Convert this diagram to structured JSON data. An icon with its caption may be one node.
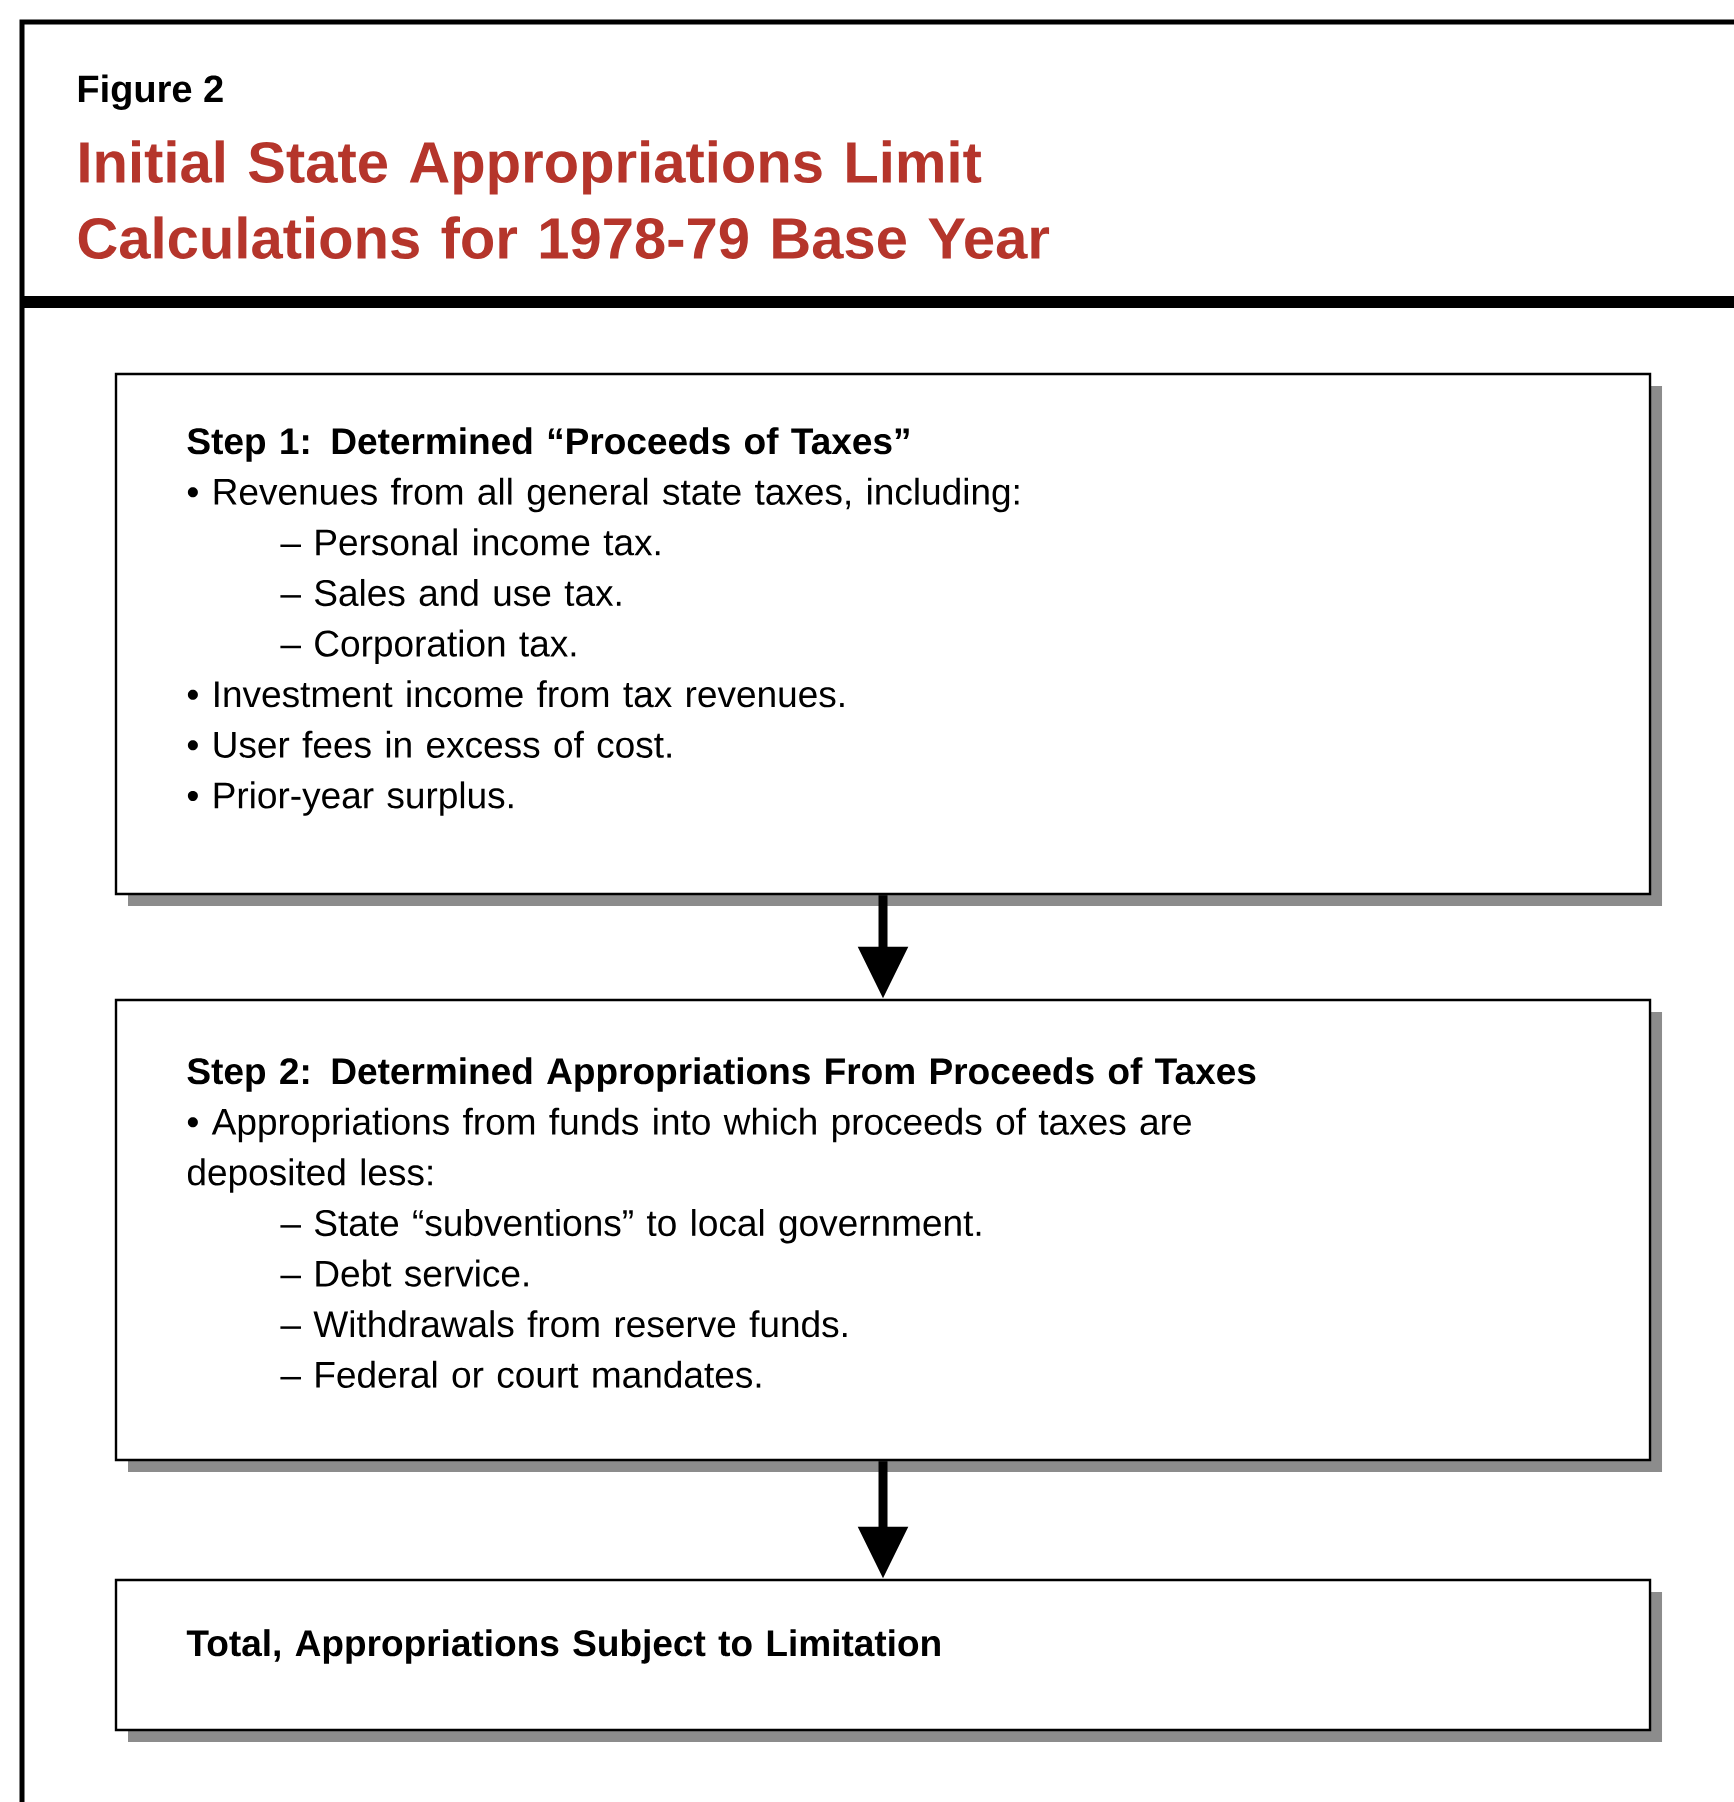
{
  "diagram": {
    "title": "Initial State Appropriations Limit Calculations for 1978-79 Base Year",
    "nodes": [
      {
        "text": [
          "Step 1: Determined “Proceeds of Taxes”",
          "• Revenues from all general state taxes, including:",
          "– Personal income tax.",
          "– Sales and use tax.",
          "– Corporation tax.",
          "• Investment income from tax revenues.",
          "• User fees in excess of cost.",
          "• Prior-year surplus."
        ]
      },
      {
        "text": [
          "Step 2: Determined Appropriations From Proceeds of Taxes",
          "• Appropriations from funds into which proceeds of taxes are deposited less:",
          "– State “subventions” to local government.",
          "– Debt service.",
          "– Withdrawals from reserve funds.",
          "– Federal or court mandates."
        ]
      },
      {
        "text": [
          "Total, Appropriations Subject to Limitation"
        ]
      }
    ],
    "edges": [
      {
        "from": 0,
        "to": 1,
        "arrow": "to"
      },
      {
        "from": 1,
        "to": 2,
        "arrow": "to"
      }
    ],
    "labels": [
      "Figure 2"
    ]
  }
}
